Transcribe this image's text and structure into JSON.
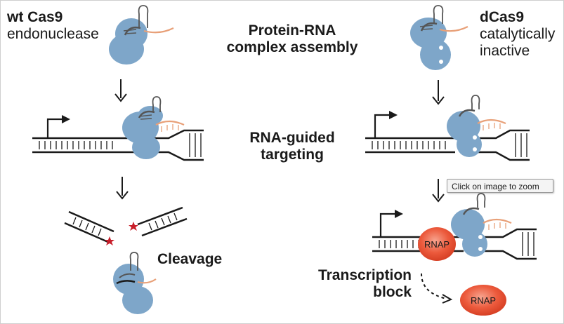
{
  "left_panel": {
    "title_bold": "wt Cas9",
    "title_sub": "endonuclease"
  },
  "right_panel": {
    "title_bold": "dCas9",
    "title_sub_line1": "catalytically",
    "title_sub_line2": "inactive"
  },
  "steps": {
    "assembly_line1": "Protein-RNA",
    "assembly_line2": "complex assembly",
    "targeting_line1": "RNA-guided",
    "targeting_line2": "targeting",
    "cleavage": "Cleavage",
    "block_line1": "Transcription",
    "block_line2": "block"
  },
  "rnap_label": "RNAP",
  "tooltip": {
    "text": "Click on image to zoom"
  },
  "colors": {
    "cas9_blue": "#7ea6c9",
    "rna_orange": "#e8a078",
    "rnap_red": "#e8452a",
    "star_red": "#c81e2a",
    "dna_black": "#1a1a1a"
  }
}
